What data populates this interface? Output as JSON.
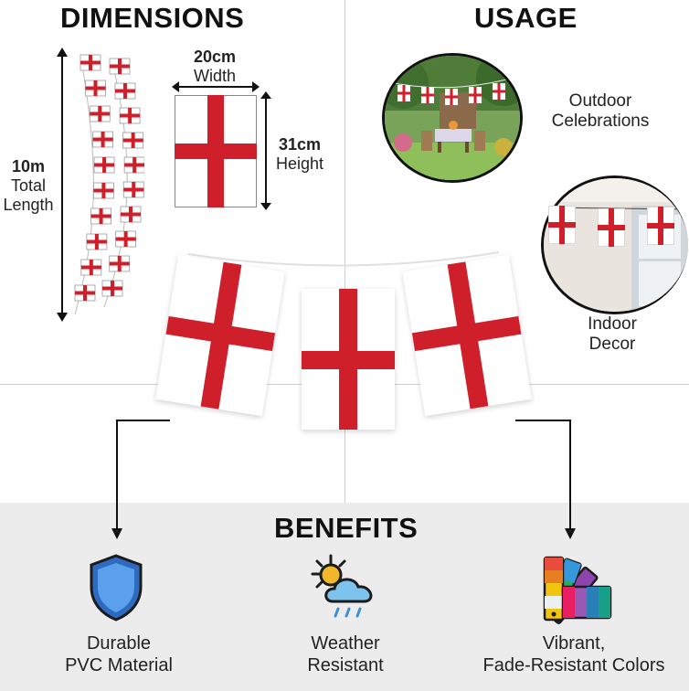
{
  "headings": {
    "dimensions": "DIMENSIONS",
    "usage": "USAGE",
    "benefits": "BENEFITS"
  },
  "dimensions": {
    "length_value": "10m",
    "length_label1": "Total",
    "length_label2": "Length",
    "width_value": "20cm",
    "width_label": "Width",
    "height_value": "31cm",
    "height_label": "Height"
  },
  "usage": {
    "outdoor_line1": "Outdoor",
    "outdoor_line2": "Celebrations",
    "indoor_line1": "Indoor",
    "indoor_line2": "Decor"
  },
  "benefits": [
    {
      "line1": "Durable",
      "line2": "PVC Material",
      "icon": "shield-icon"
    },
    {
      "line1": "Weather",
      "line2": "Resistant",
      "icon": "weather-icon"
    },
    {
      "line1": "Vibrant,",
      "line2": "Fade-Resistant Colors",
      "icon": "color-swatch-icon"
    }
  ],
  "colors": {
    "flag_red": "#cf1f2b",
    "flag_white": "#ffffff",
    "panel_gray": "#ececec",
    "shield_blue": "#3b7fd4"
  }
}
